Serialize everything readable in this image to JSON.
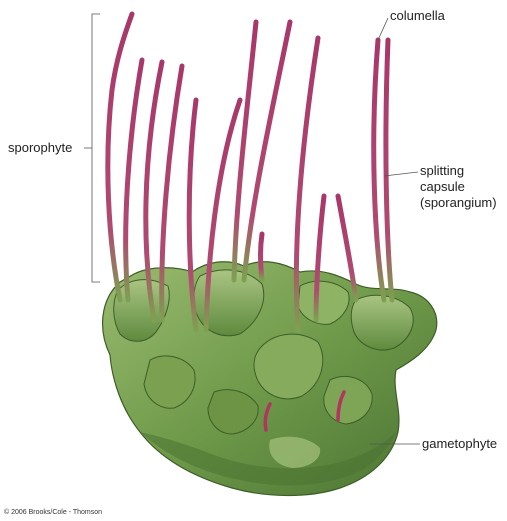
{
  "labels": {
    "sporophyte": "sporophyte",
    "columella": "columella",
    "capsule_line1": "splitting",
    "capsule_line2": "capsule",
    "capsule_line3": "(sporangium)",
    "gametophyte": "gametophyte"
  },
  "copyright": "© 2006 Brooks/Cole - Thomson",
  "colors": {
    "thallus": "#6f9a4a",
    "thallus_dark": "#44692e",
    "thallus_light": "#a7c47e",
    "capsule": "#a8376a",
    "capsule_dark": "#7a1f4c",
    "leader": "#555555"
  }
}
